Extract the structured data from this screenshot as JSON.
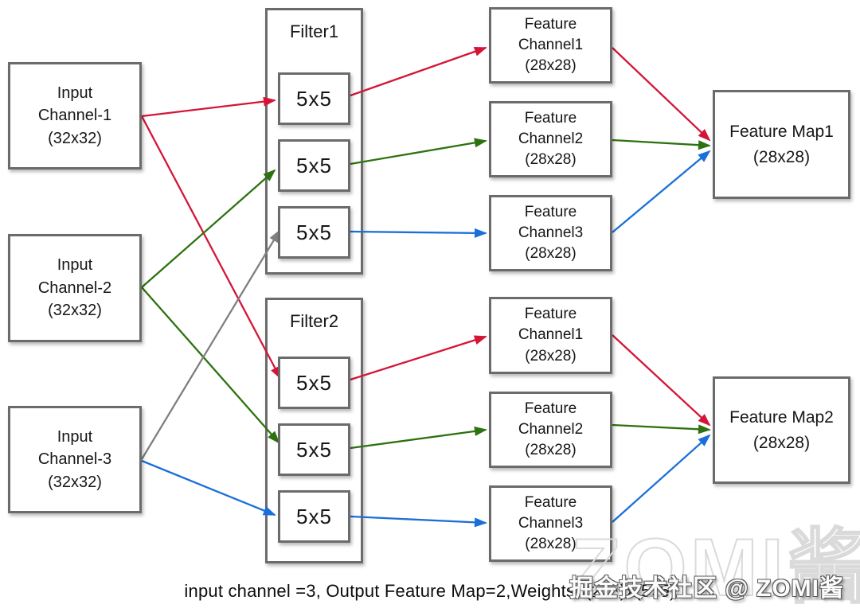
{
  "colors": {
    "red": "#d41538",
    "green": "#2d7210",
    "blue": "#1b6fd8",
    "gray": "#7f7f7f"
  },
  "inputs": [
    {
      "l1": "Input",
      "l2": "Channel-1",
      "l3": "(32x32)"
    },
    {
      "l1": "Input",
      "l2": "Channel-2",
      "l3": "(32x32)"
    },
    {
      "l1": "Input",
      "l2": "Channel-3",
      "l3": "(32x32)"
    }
  ],
  "filters": [
    {
      "label": "Filter1",
      "k1": "5x5",
      "k2": "5x5",
      "k3": "5x5"
    },
    {
      "label": "Filter2",
      "k1": "5x5",
      "k2": "5x5",
      "k3": "5x5"
    }
  ],
  "fc_top": [
    {
      "l1": "Feature",
      "l2": "Channel1",
      "l3": "(28x28)"
    },
    {
      "l1": "Feature",
      "l2": "Channel2",
      "l3": "(28x28)"
    },
    {
      "l1": "Feature",
      "l2": "Channel3",
      "l3": "(28x28)"
    }
  ],
  "fc_bottom": [
    {
      "l1": "Feature",
      "l2": "Channel1",
      "l3": "(28x28)"
    },
    {
      "l1": "Feature",
      "l2": "Channel2",
      "l3": "(28x28)"
    },
    {
      "l1": "Feature",
      "l2": "Channel3",
      "l3": "(28x28)"
    }
  ],
  "feature_maps": [
    {
      "l1": "Feature Map1",
      "l2": "(28x28)"
    },
    {
      "l1": "Feature Map2",
      "l2": "(28x28)"
    }
  ],
  "caption": "input channel =3, Output Feature Map=2,Weights=(2x3)x(5x5)",
  "watermark": {
    "small": "掘金技术社区 @ ZOMI酱",
    "big": "ZOMI酱"
  }
}
